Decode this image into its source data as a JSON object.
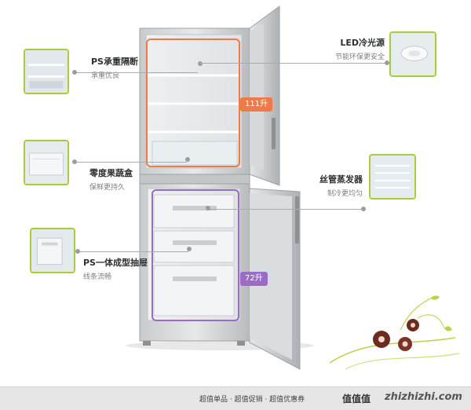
{
  "features": {
    "ps_shelf": {
      "title": "PS承重隔断",
      "desc": "承重优良"
    },
    "crisper": {
      "title": "零度果蔬盒",
      "desc": "保鲜更持久"
    },
    "drawer": {
      "title": "PS一体成型抽屉",
      "desc": "线条流畅"
    },
    "led": {
      "title": "LED冷光源",
      "desc": "节能环保更安全"
    },
    "evaporator": {
      "title": "丝管蒸发器",
      "desc": "制冷更均匀"
    }
  },
  "capacity": {
    "fridge": "111升",
    "freezer": "72升"
  },
  "colors": {
    "accent_orange": "#ef7a45",
    "accent_purple": "#9b6cc6",
    "thumb_border": "#a6cd3a"
  },
  "footer": {
    "tagline": "超值单品 · 超值促销 · 超值优惠券",
    "brand_cn": "值值值",
    "brand_url": "zhizhizhi.com"
  }
}
